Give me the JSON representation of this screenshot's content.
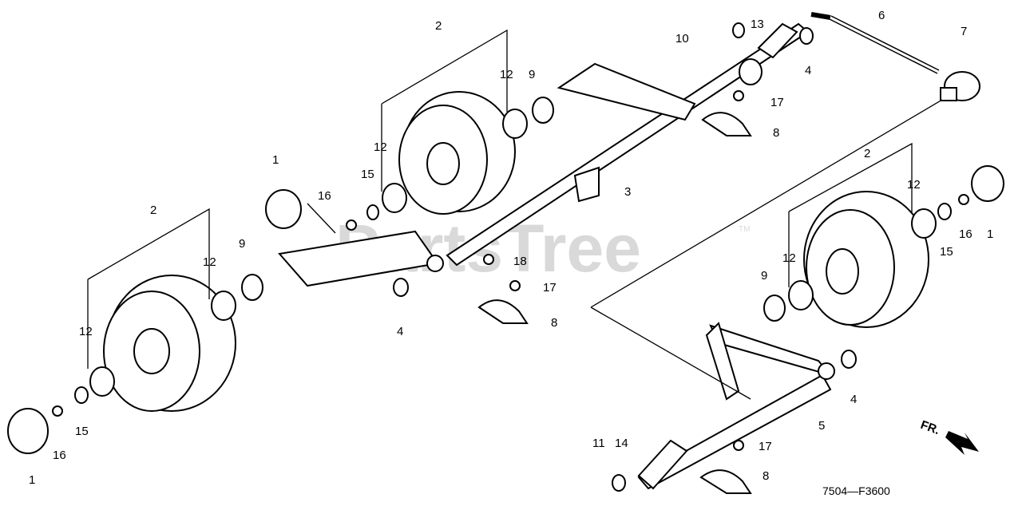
{
  "watermark": "PartsTree",
  "trademark": "TM",
  "diagram_code": "7504—F3600",
  "front_marker": "FR.",
  "callouts": [
    "1",
    "2",
    "3",
    "4",
    "5",
    "6",
    "7",
    "8",
    "9",
    "10",
    "11",
    "12",
    "13",
    "14",
    "15",
    "16",
    "17",
    "18"
  ]
}
